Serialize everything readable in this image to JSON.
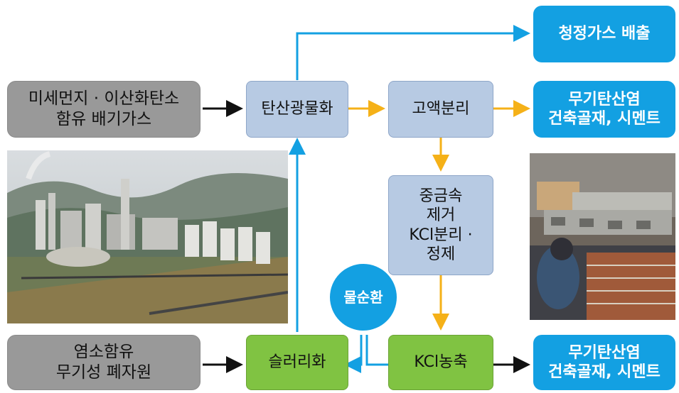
{
  "nodes": {
    "input_gas": "미세먼지 · 이산화탄소\n함유 배기가스",
    "carbonation": "탄산광물화",
    "solid_liquid": "고액분리",
    "clean_gas": "청정가스 배출",
    "product_top": "무기탄산염\n건축골재, 시멘트",
    "purification": "중금속\n제거\nKCl분리 ·\n정제",
    "water_cycle": "물순환",
    "input_waste": "염소함유\n무기성 폐자원",
    "slurry": "슬러리화",
    "kcl_concentration": "KCl농축",
    "product_bottom": "무기탄산염\n건축골재, 시멘트"
  },
  "photos": {
    "left": "cement-plant-aerial-photo",
    "right": "concrete-blocks-bricklaying-photo"
  },
  "colors": {
    "gray_box": "#999999",
    "light_blue_box": "#b7cae3",
    "cyan_box": "#13a0e2",
    "green_box": "#80c342",
    "arrow_black": "#111111",
    "arrow_orange": "#f5b118",
    "arrow_cyan": "#13a0e2"
  }
}
